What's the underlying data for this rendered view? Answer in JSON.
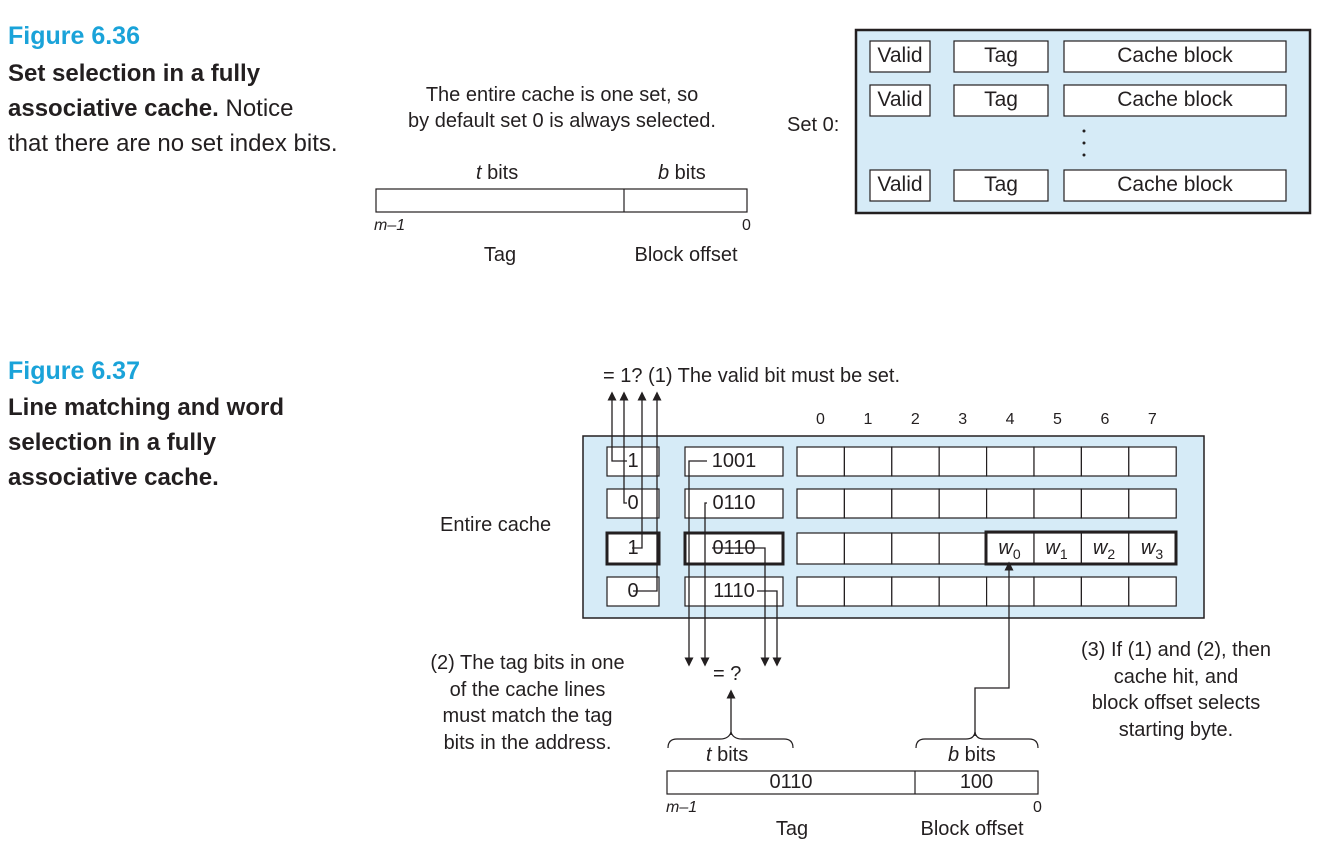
{
  "fig36": {
    "label": "Figure 6.36",
    "caption_bold": "Set selection in a fully associative cache.",
    "caption_rest": " Notice that there are no set index bits.",
    "note_line1": "The entire cache is one set, so",
    "note_line2": "by default set 0 is always selected.",
    "t_bits": "t",
    "b_bits": "b",
    "bits_word": " bits",
    "m_minus_1": "m–1",
    "zero": "0",
    "tag_label": "Tag",
    "offset_label": "Block offset",
    "set_label": "Set 0:",
    "lines": [
      {
        "valid": "Valid",
        "tag": "Tag",
        "block": "Cache block"
      },
      {
        "valid": "Valid",
        "tag": "Tag",
        "block": "Cache block"
      },
      {
        "valid": "Valid",
        "tag": "Tag",
        "block": "Cache block"
      }
    ]
  },
  "fig37": {
    "label": "Figure 6.37",
    "caption_bold": "Line matching and word selection in a fully associative cache.",
    "valid_check": "= 1?  (1) The valid bit must be set.",
    "col_indices": [
      "0",
      "1",
      "2",
      "3",
      "4",
      "5",
      "6",
      "7"
    ],
    "entire_cache": "Entire cache",
    "rows": [
      {
        "valid": "1",
        "tag": "1001"
      },
      {
        "valid": "0",
        "tag": "0110"
      },
      {
        "valid": "1",
        "tag": "0110"
      },
      {
        "valid": "0",
        "tag": "1110"
      }
    ],
    "words": [
      "w",
      "w",
      "w",
      "w"
    ],
    "word_subs": [
      "0",
      "1",
      "2",
      "3"
    ],
    "tag_eq": "= ?",
    "note2": [
      "(2) The tag bits in one",
      "of the cache lines",
      "must match the tag",
      "bits in the address."
    ],
    "note3": [
      "(3) If (1) and (2), then",
      "cache hit, and",
      "block offset selects",
      "starting byte."
    ],
    "t_bits": "t",
    "b_bits": "b",
    "bits_word": " bits",
    "addr_tag": "0110",
    "addr_offset": "100",
    "m_minus_1": "m–1",
    "zero": "0",
    "tag_label": "Tag",
    "offset_label": "Block offset"
  },
  "colors": {
    "accent": "#1aa3d9",
    "cache_fill": "#d6ebf7",
    "ink": "#231f20"
  }
}
